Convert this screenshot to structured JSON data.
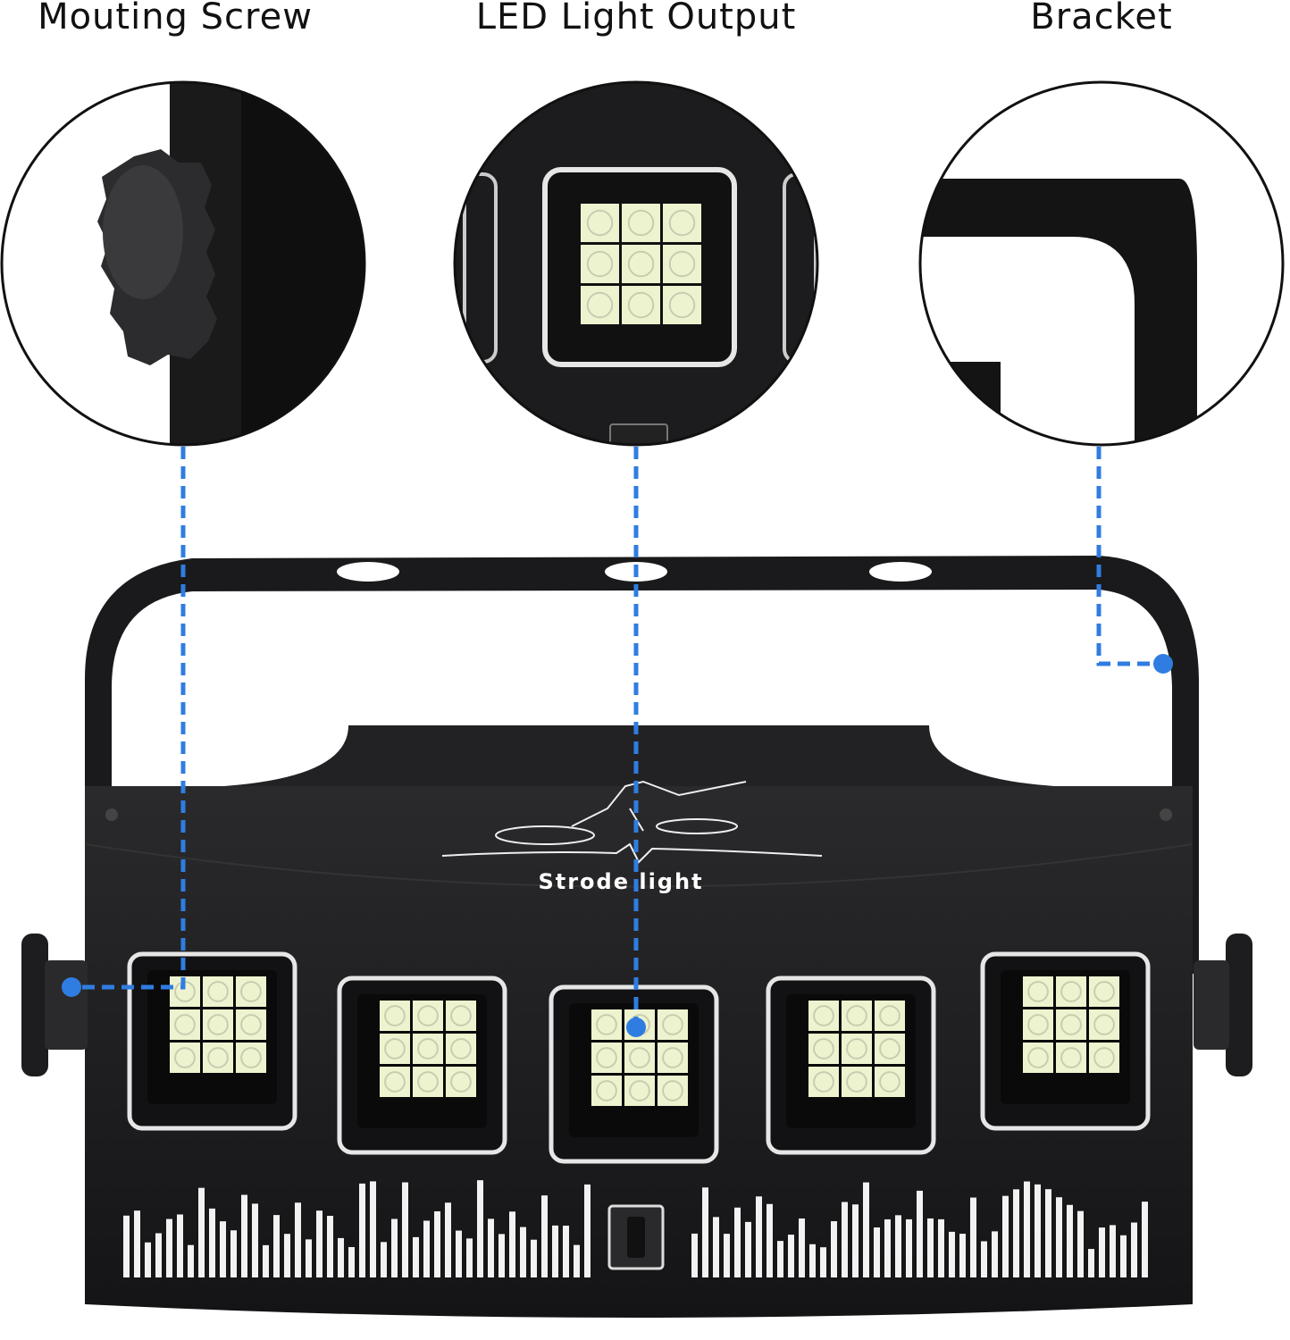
{
  "callouts": [
    {
      "label": "Mouting Screw"
    },
    {
      "label": "LED Light Output"
    },
    {
      "label": "Bracket"
    }
  ],
  "product": {
    "logo_text": "Strode light",
    "led_modules": 5,
    "leds_per_module": 9
  },
  "colors": {
    "accent": "#2f7de1",
    "body": "#1b1b1d",
    "led": "#eef3cf"
  }
}
